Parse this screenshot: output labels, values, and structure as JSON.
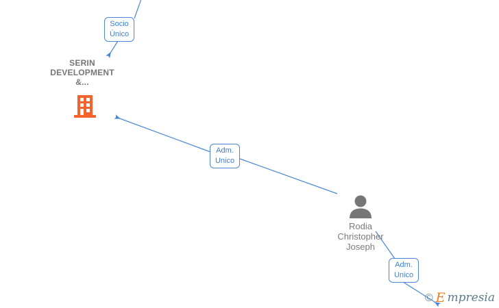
{
  "diagram": {
    "title": "Corporate relationship graph",
    "colors": {
      "edge": "#4a86d6",
      "label_text": "#3f7fd0",
      "label_border": "#4a86d6",
      "company_icon": "#f4622e",
      "company_text": "#767676",
      "person_icon": "#767676",
      "person_text": "#7a7a7a",
      "background": "#ffffff"
    },
    "nodes": [
      {
        "id": "company",
        "type": "company",
        "icon": "building-icon",
        "label_line1": "SERIN",
        "label_line2": "DEVELOPMENT",
        "label_line3": "&..."
      },
      {
        "id": "person",
        "type": "person",
        "icon": "person-icon",
        "label_line1": "Rodia",
        "label_line2": "Christopher",
        "label_line3": "Joseph"
      }
    ],
    "relations": [
      {
        "id": "socio-unico",
        "line1": "Socio",
        "line2": "Único"
      },
      {
        "id": "adm-unico-center",
        "line1": "Adm.",
        "line2": "Unico"
      },
      {
        "id": "adm-unico-bottom",
        "line1": "Adm.",
        "line2": "Unico"
      }
    ]
  },
  "watermark": {
    "copyright": "©",
    "brand_initial": "E",
    "brand_rest": "mpresia"
  }
}
